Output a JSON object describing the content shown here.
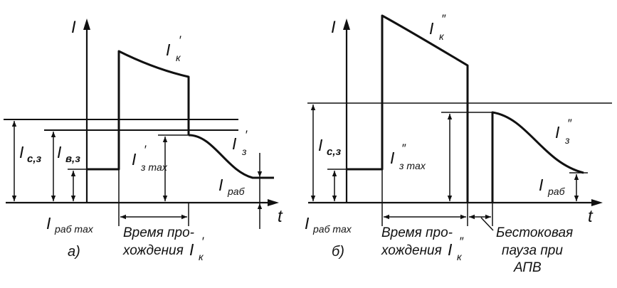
{
  "panel_a": {
    "caption": "а)",
    "axis_current": "I",
    "axis_time": "t",
    "fault_current": {
      "main": "I",
      "sub": "к",
      "sup": "′"
    },
    "relay_current": {
      "main": "I",
      "sub": "з",
      "sup": "′"
    },
    "pickup_current": {
      "main": "I",
      "sub": "с,з"
    },
    "reset_current": {
      "main": "I",
      "sub": "в,з"
    },
    "relay_current_max": {
      "main": "I",
      "sub": "з max",
      "sup": "′"
    },
    "load_current": {
      "main": "I",
      "sub": "раб"
    },
    "load_current_max": {
      "main": "I",
      "sub": "раб max"
    },
    "duration_line1": "Время про-",
    "duration_line2": "хождения",
    "duration_current": {
      "main": "I",
      "sub": "к",
      "sup": "′"
    }
  },
  "panel_b": {
    "caption": "б)",
    "axis_current": "I",
    "axis_time": "t",
    "fault_current": {
      "main": "I",
      "sub": "к",
      "sup": "″"
    },
    "relay_current": {
      "main": "I",
      "sub": "з",
      "sup": "″"
    },
    "pickup_current": {
      "main": "I",
      "sub": "с,з"
    },
    "relay_current_max": {
      "main": "I",
      "sub": "з max",
      "sup": "″"
    },
    "load_current": {
      "main": "I",
      "sub": "раб"
    },
    "load_current_max": {
      "main": "I",
      "sub": "раб max"
    },
    "duration_line1": "Время про-",
    "duration_line2": "хождения",
    "duration_current": {
      "main": "I",
      "sub": "к",
      "sup": "″"
    },
    "pause_line1": "Бестоковая",
    "pause_line2": "пауза при",
    "pause_line3": "АПВ"
  }
}
